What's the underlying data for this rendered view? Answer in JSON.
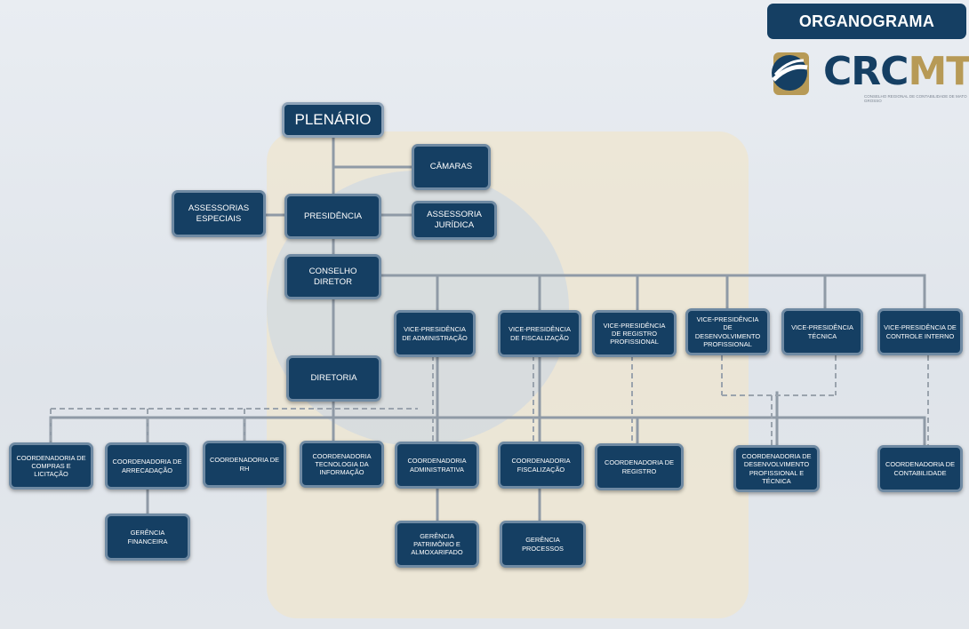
{
  "header": {
    "badge": "ORGANOGRAMA"
  },
  "logo": {
    "text_primary": "CRC",
    "text_accent": "MT",
    "subtitle": "Conselho Regional de Contabilidade de Mato Grosso",
    "icon": "crc-gear-globe-logo-icon"
  },
  "colors": {
    "node_fill": "#153f63",
    "node_border": "#6f8aa3",
    "connector": "#8f9aa6",
    "logo_accent": "#b79a56"
  },
  "nodes": {
    "plenario": "PLENÁRIO",
    "camaras": "CÂMARAS",
    "presidencia": "PRESIDÊNCIA",
    "assessorias_especiais": "ASSESSORIAS ESPECIAIS",
    "assessoria_juridica": "ASSESSORIA JURÍDICA",
    "conselho_diretor": "CONSELHO DIRETOR",
    "diretoria": "DIRETORIA",
    "vp_administracao": "VICE-PRESIDÊNCIA DE ADMINISTRAÇÃO",
    "vp_fiscalizacao": "VICE-PRESIDÊNCIA DE FISCALIZAÇÃO",
    "vp_registro": "VICE-PRESIDÊNCIA DE REGISTRO PROFISSIONAL",
    "vp_desenvolvimento": "VICE-PRESIDÊNCIA DE DESENVOLVIMENTO PROFISSIONAL",
    "vp_tecnica": "VICE-PRESIDÊNCIA TÉCNICA",
    "vp_controle": "VICE-PRESIDÊNCIA DE CONTROLE INTERNO",
    "coord_compras": "COORDENADORIA DE COMPRAS E LICITAÇÃO",
    "coord_arrecadacao": "COORDENADORIA DE ARRECADAÇÃO",
    "coord_rh": "COORDENADORIA DE RH",
    "coord_ti": "COORDENADORIA TECNOLOGIA DA INFORMAÇÃO",
    "coord_administrativa": "COORDENADORIA ADMINISTRATIVA",
    "coord_fiscalizacao": "COORDENADORIA FISCALIZAÇÃO",
    "coord_registro": "COORDENADORIA DE REGISTRO",
    "coord_desenvolvimento": "COORDENADORIA DE DESENVOLVIMENTO PROFISSIONAL E TÉCNICA",
    "coord_contabilidade": "COORDENADORIA DE CONTABILIDADE",
    "ger_financeira": "GERÊNCIA FINANCEIRA",
    "ger_patrimonio": "GERÊNCIA PATRIMÔNIO E ALMOXARIFADO",
    "ger_processos": "GERÊNCIA PROCESSOS"
  }
}
